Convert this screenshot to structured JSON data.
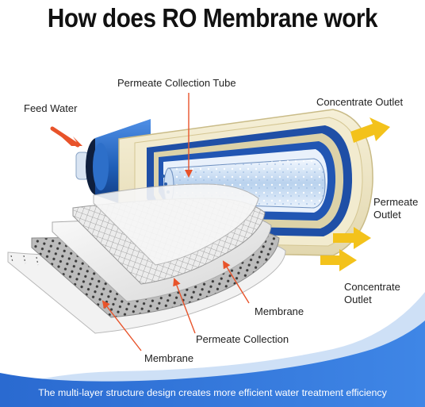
{
  "title": "How does RO Membrane work",
  "labels": {
    "feed_water": "Feed Water",
    "permeate_collection_tube": "Permeate Collection Tube",
    "concentrate_outlet_top": "Concentrate Outlet",
    "permeate_outlet_line1": "Permeate",
    "permeate_outlet_line2": "Outlet",
    "concentrate_outlet_lower_line1": "Concentrate",
    "concentrate_outlet_lower_line2": "Outlet",
    "membrane_right": "Membrane",
    "permeate_collection": "Permeate Collection",
    "membrane_bottom": "Membrane"
  },
  "caption": "The multi-layer structure design creates more efficient water treatment efficiency",
  "colors": {
    "arrow_pointer": "#e8532a",
    "outlet_arrow": "#f3c21b",
    "housing_blue": "#1f5fb8",
    "housing_dark": "#13337a",
    "wave_blue": "#2f74d6",
    "sheet_cream": "#efe7c9"
  }
}
